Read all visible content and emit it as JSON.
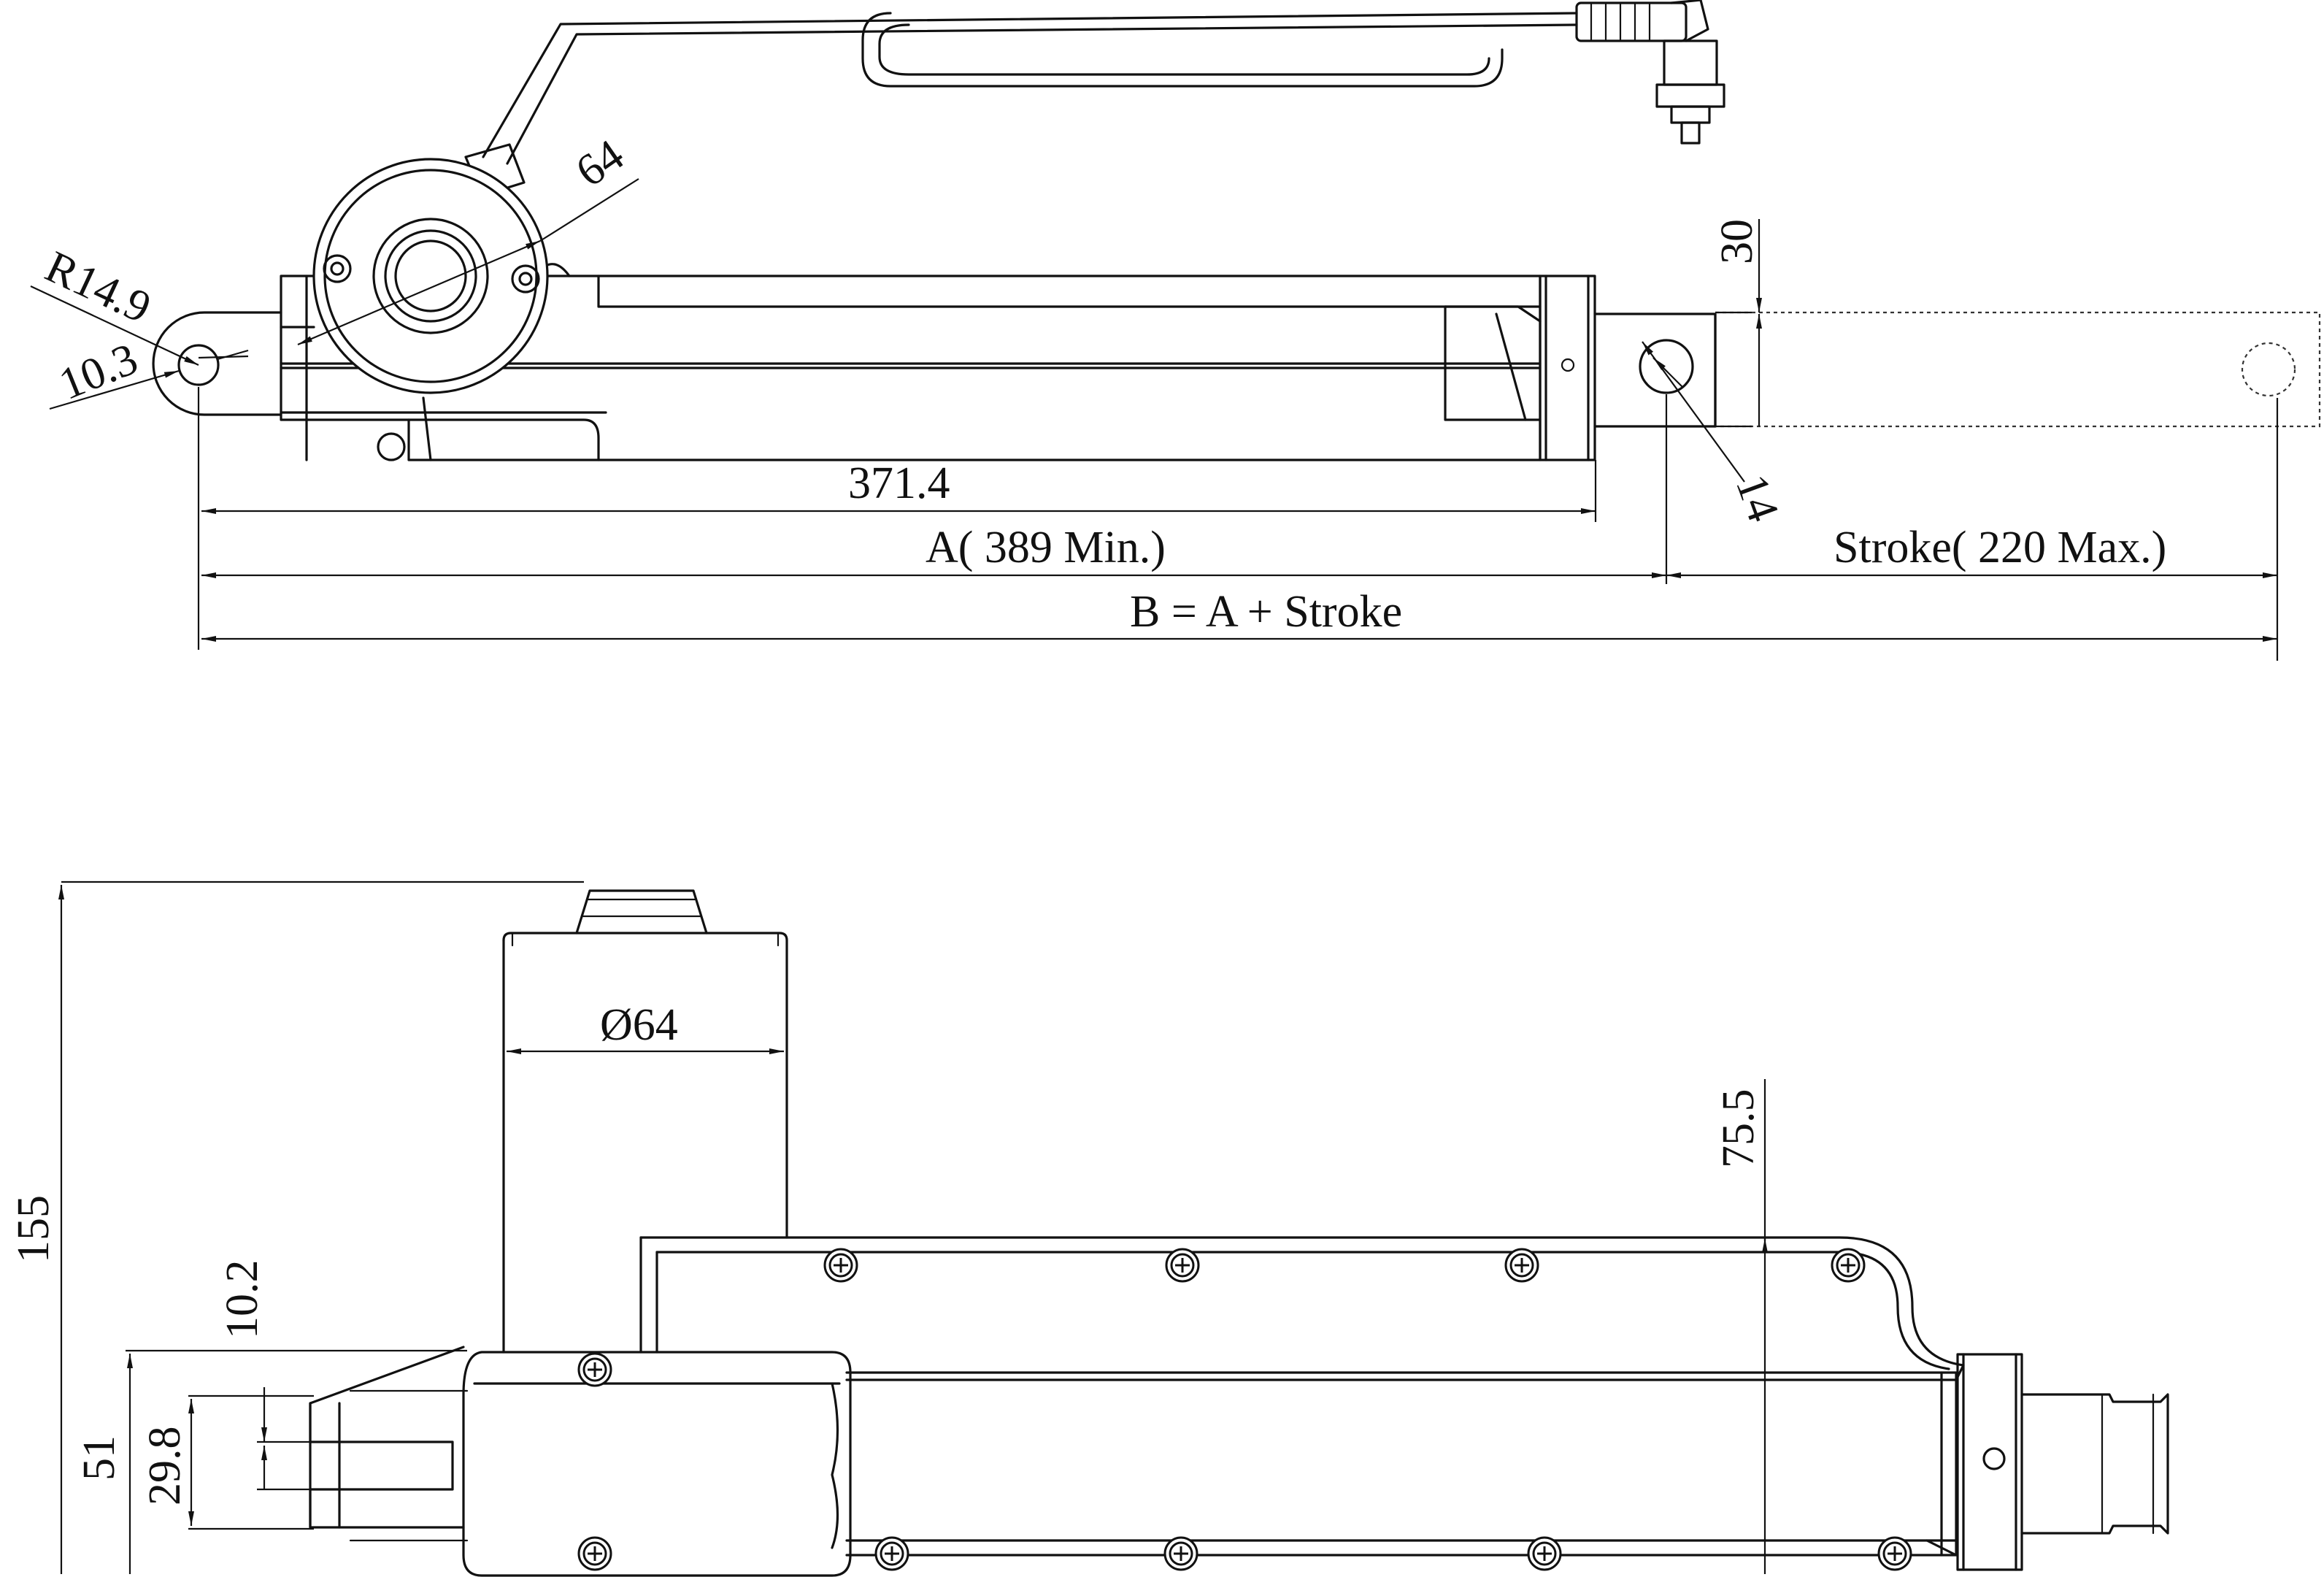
{
  "top_view": {
    "dims": {
      "radius": "R14.9",
      "hole": "10.3",
      "motor": "64",
      "rod_width": "30",
      "rod_hole": "14",
      "body_length": "371.4",
      "retracted": "A( 389 Min.)",
      "stroke": "Stroke( 220 Max.)",
      "extended": "B = A + Stroke"
    }
  },
  "side_view": {
    "dims": {
      "motor_diameter": "Ø64",
      "total_height": "155",
      "top_to_axis": "75.5",
      "clevis_offset": "10.2",
      "front_height": "51",
      "clevis_width": "29.8"
    }
  }
}
